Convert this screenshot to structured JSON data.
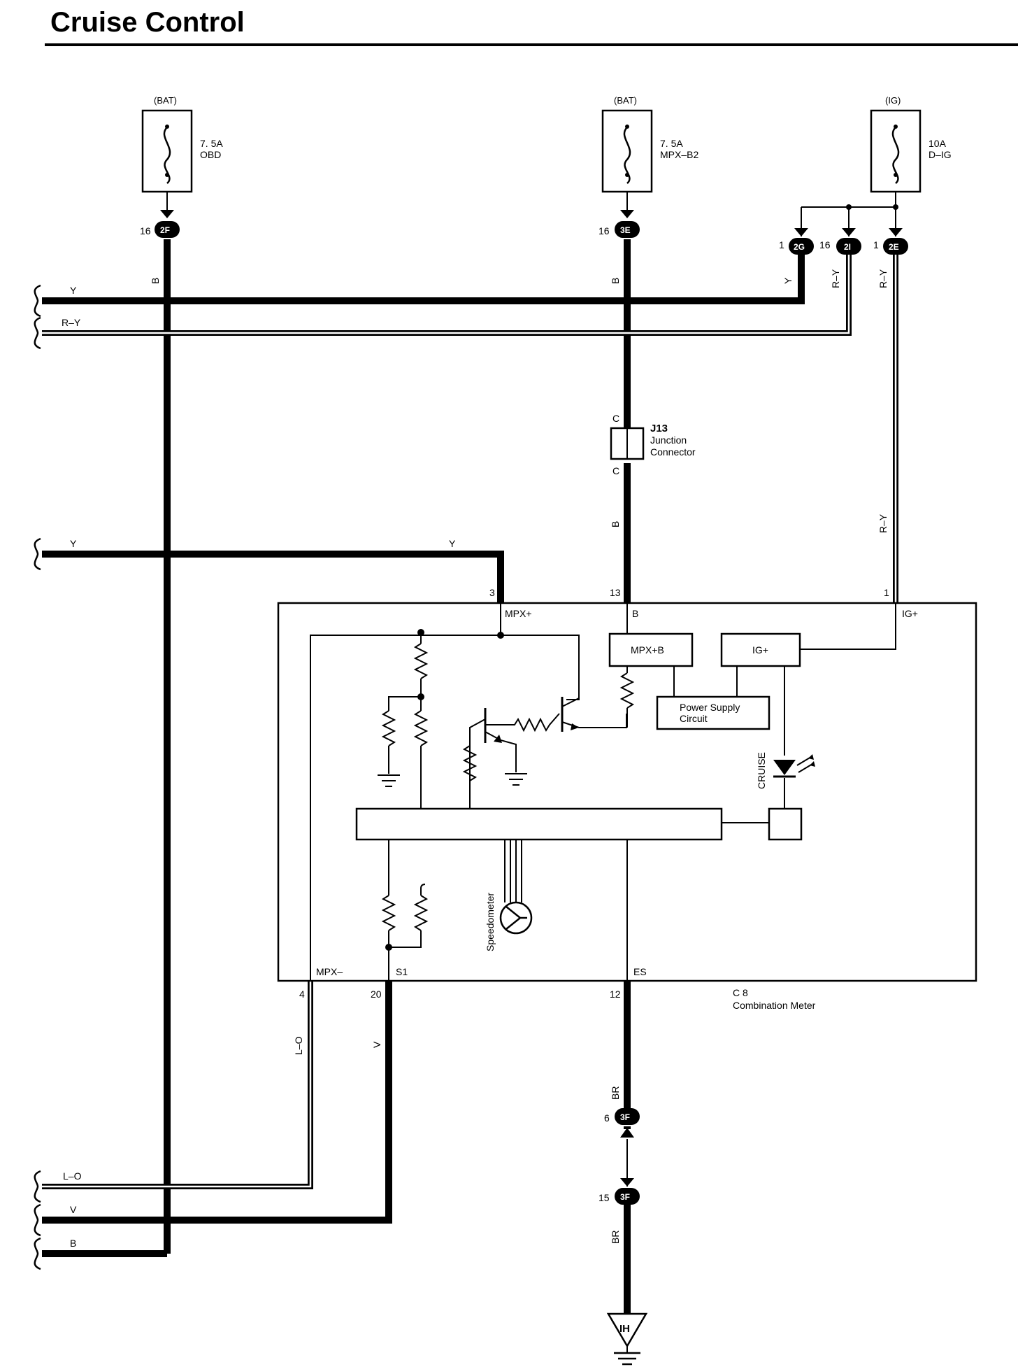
{
  "title": "Cruise Control",
  "fuses": [
    {
      "source": "(BAT)",
      "rating": "7. 5A",
      "name": "OBD"
    },
    {
      "source": "(BAT)",
      "rating": "7. 5A",
      "name": "MPX–B2"
    },
    {
      "source": "(IG)",
      "rating": "10A",
      "name": "D–IG"
    }
  ],
  "connectors": {
    "c2F": {
      "id": "2F",
      "pin": "16"
    },
    "c3E": {
      "id": "3E",
      "pin": "16"
    },
    "c2G": {
      "id": "2G",
      "pin": "1"
    },
    "c2I": {
      "id": "2I",
      "pin": "16"
    },
    "c2E": {
      "id": "2E",
      "pin": "1"
    },
    "c3F_top": {
      "id": "3F",
      "pin": "6"
    },
    "c3F_bot": {
      "id": "3F",
      "pin": "15"
    }
  },
  "wire_colors": {
    "b": "B",
    "y": "Y",
    "ry": "R–Y",
    "lo": "L–O",
    "v": "V",
    "br": "BR"
  },
  "junction": {
    "id": "J13",
    "line1": "Junction",
    "line2": "Connector",
    "pin": "C"
  },
  "meter": {
    "id": "C 8",
    "name": "Combination Meter",
    "pins": {
      "mpx_plus": {
        "num": "3",
        "label": "MPX+"
      },
      "b": {
        "num": "13",
        "label": "B"
      },
      "ig_plus": {
        "num": "1",
        "label": "IG+"
      },
      "mpx_minus": {
        "num": "4",
        "label": "MPX–"
      },
      "s1": {
        "num": "20",
        "label": "S1"
      },
      "es": {
        "num": "12",
        "label": "ES"
      }
    },
    "blocks": {
      "mpxb": "MPX+B",
      "igp": "IG+",
      "psc1": "Power Supply",
      "psc2": "Circuit"
    },
    "cruise": "CRUISE",
    "speedometer": "Speedometer"
  },
  "ground": "IH",
  "colors": {
    "ink": "#000000",
    "paper": "#ffffff"
  }
}
